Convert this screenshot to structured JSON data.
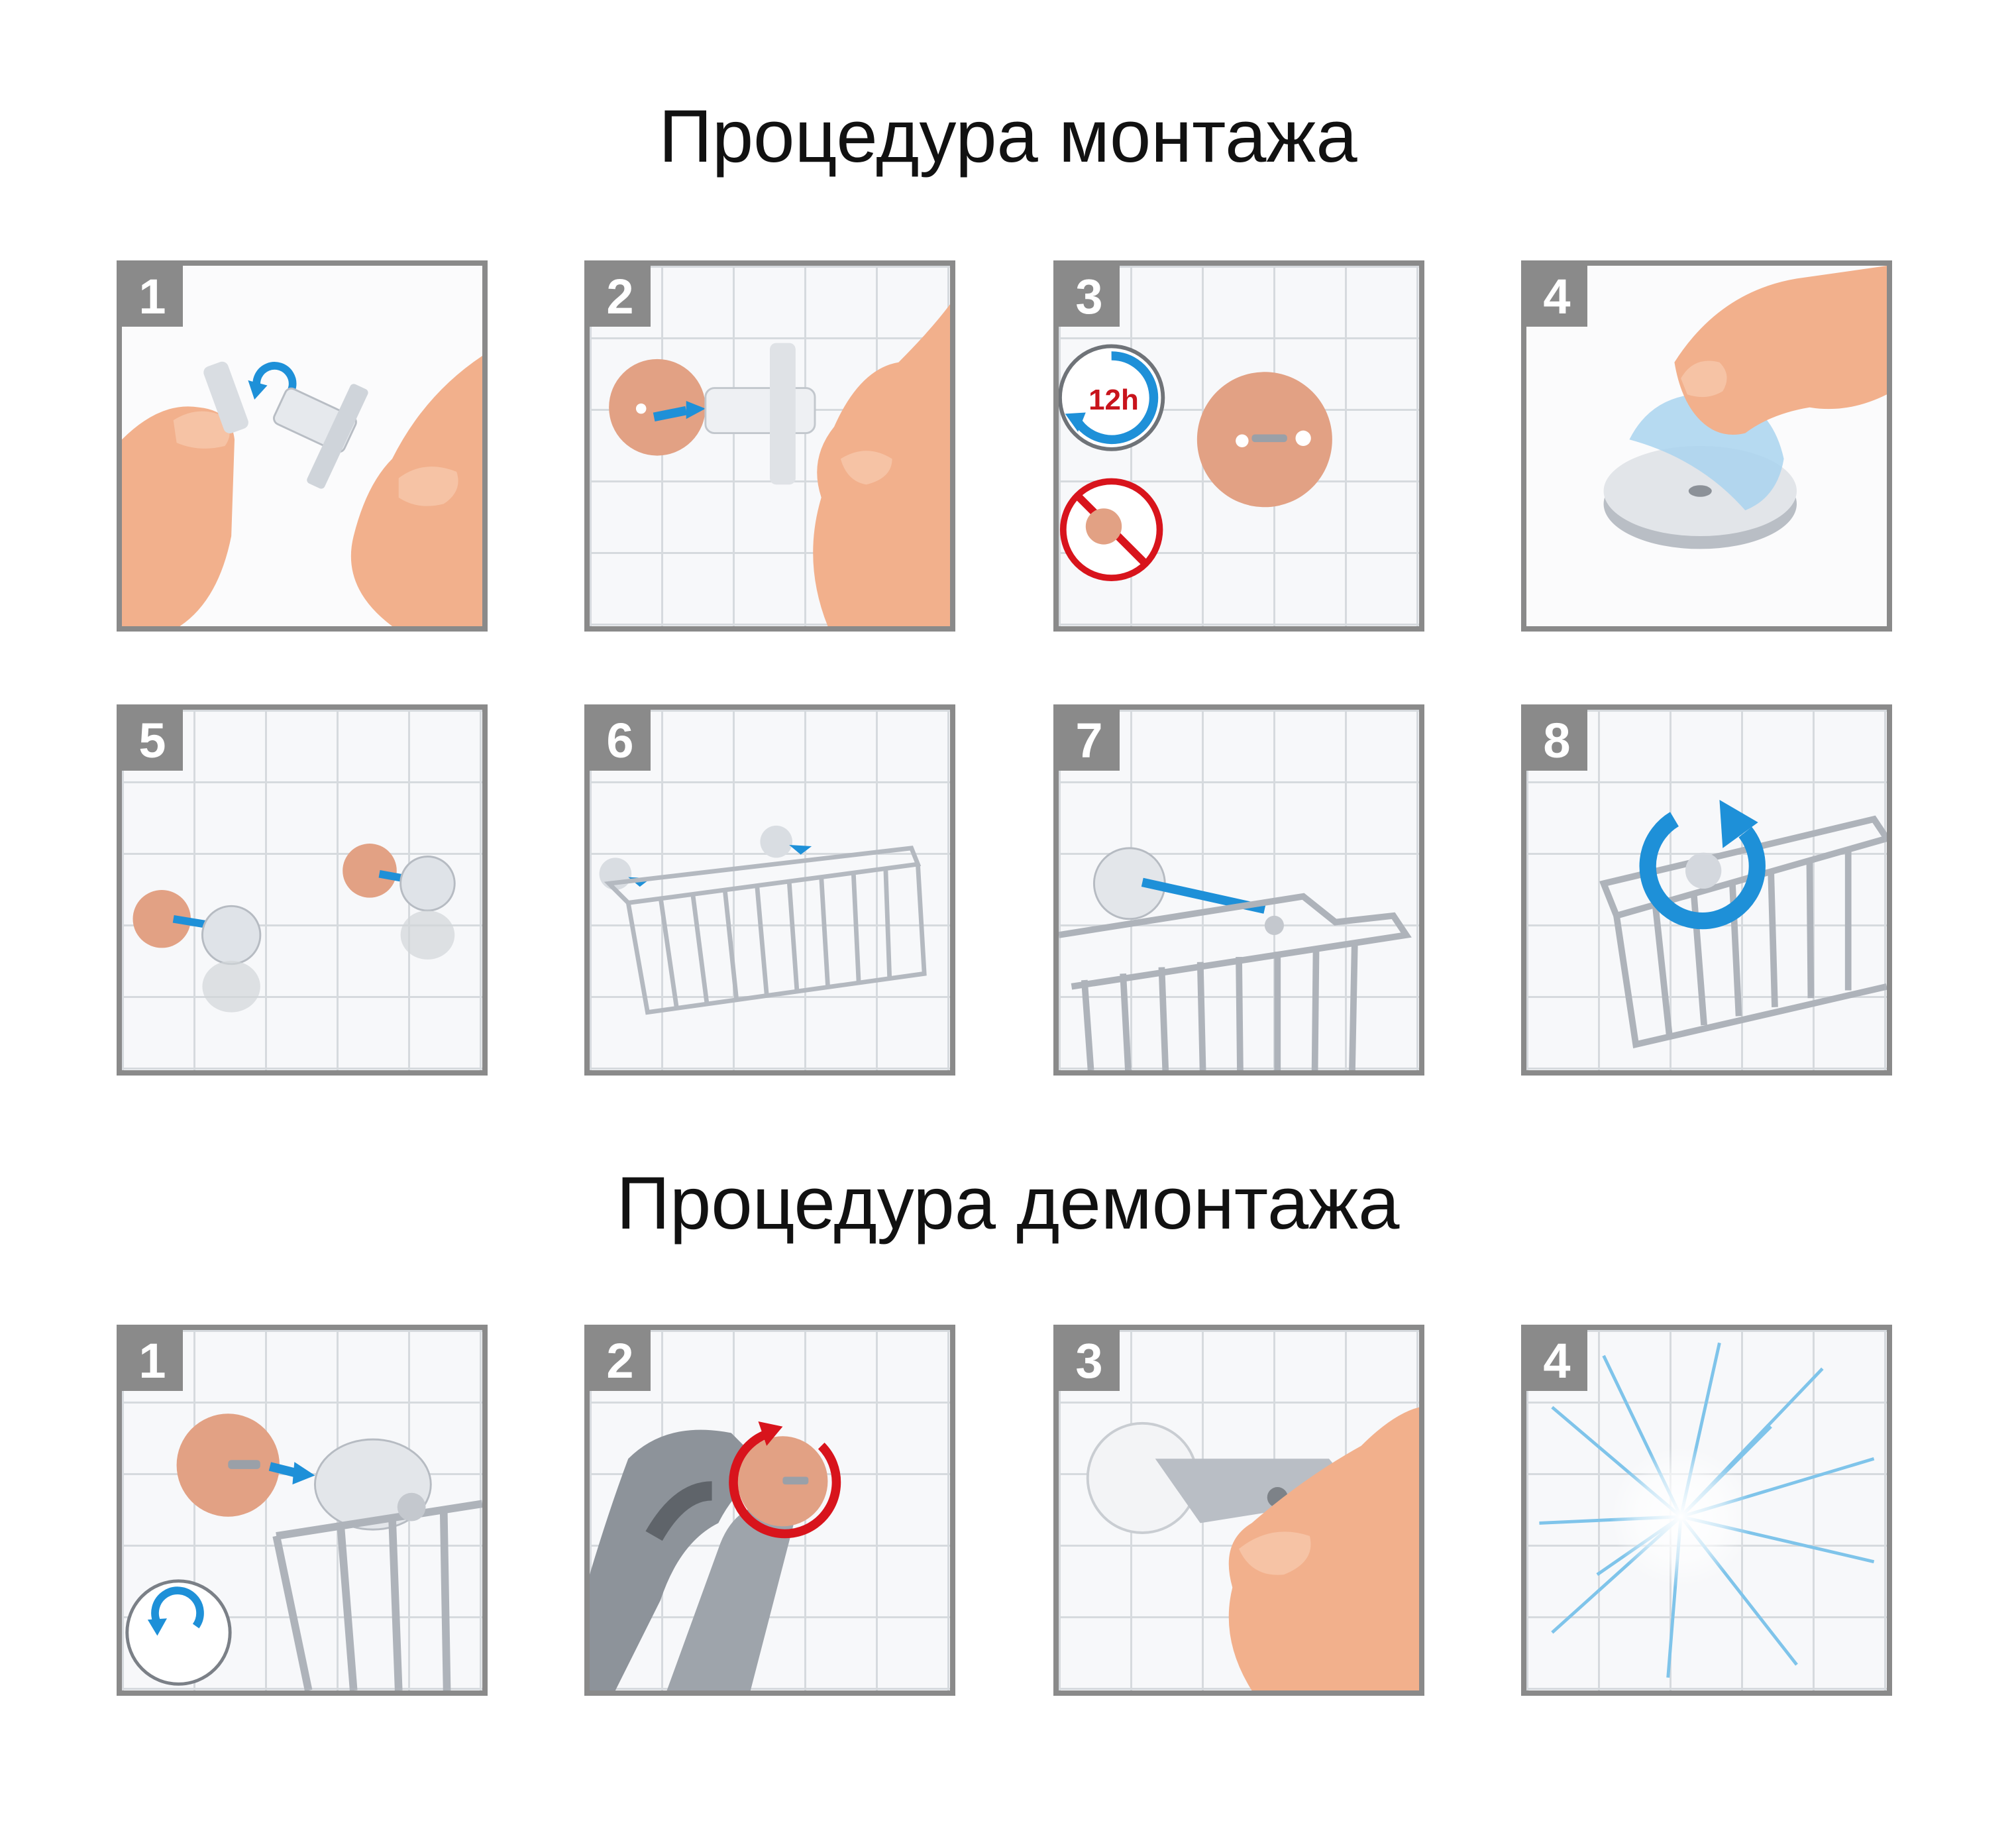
{
  "mounting": {
    "title": "Процедура монтажа",
    "steps": [
      {
        "number": "1"
      },
      {
        "number": "2"
      },
      {
        "number": "3",
        "timer_label": "12h"
      },
      {
        "number": "4"
      },
      {
        "number": "5"
      },
      {
        "number": "6"
      },
      {
        "number": "7"
      },
      {
        "number": "8"
      }
    ]
  },
  "dismounting": {
    "title": "Процедура демонтажа",
    "steps": [
      {
        "number": "1"
      },
      {
        "number": "2"
      },
      {
        "number": "3"
      },
      {
        "number": "4"
      }
    ]
  },
  "colors": {
    "frame": "#8a8a8a",
    "arrow_blue": "#1e90d8",
    "arrow_red": "#d8141c",
    "adhesive_disc": "#e2a184",
    "chrome": "#c8ccd2",
    "skin": "#f2b08c"
  }
}
